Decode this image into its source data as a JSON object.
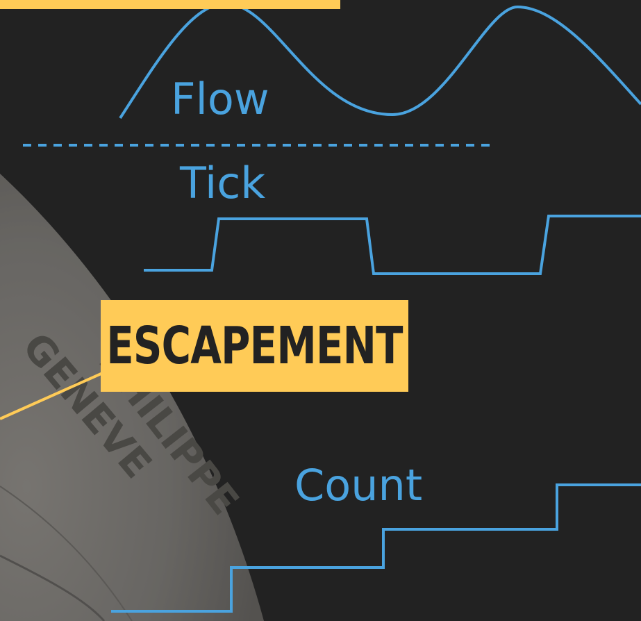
{
  "labels": {
    "flow": "Flow",
    "tick": "Tick",
    "count": "Count",
    "callout": "ESCAPEMENT"
  },
  "engraving_text": "PHILIPPE GENEVE",
  "colors": {
    "background": "#222222",
    "wave": "#4aa3df",
    "accent": "#ffcb57",
    "callout_text": "#222222",
    "watch_case": "#8f8c87"
  },
  "icons": [
    "engraved-watch-case-photo",
    "sine-wave",
    "square-wave",
    "staircase-wave",
    "dashed-divider",
    "callout-leader-line"
  ]
}
